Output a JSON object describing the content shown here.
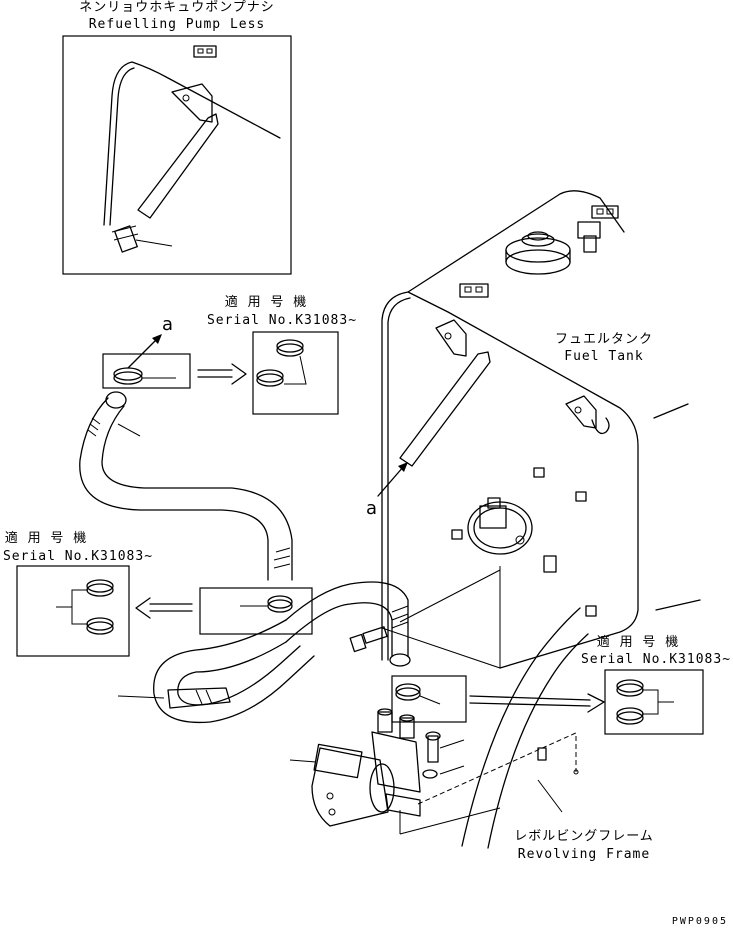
{
  "labels": {
    "pump_less_jp": "ネンリョウホキュウポンプナシ",
    "pump_less_en": "Refuelling Pump Less",
    "serial_jp": "適 用 号 機",
    "serial_en": "Serial No.K31083~",
    "fuel_tank_jp": "フュエルタンク",
    "fuel_tank_en": "Fuel Tank",
    "frame_jp": "レボルビングフレーム",
    "frame_en": "Revolving Frame",
    "callout_a": "a",
    "page_code": "PWP0905"
  }
}
